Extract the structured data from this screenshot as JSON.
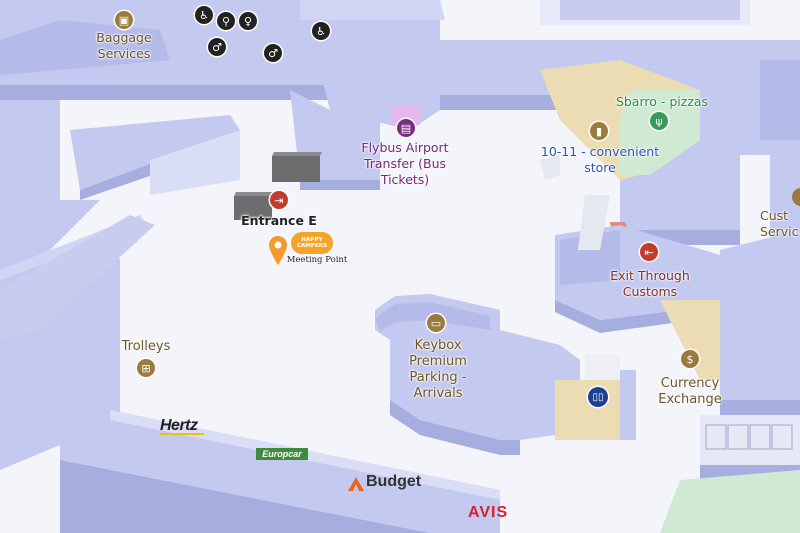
{
  "colors": {
    "floor": "#f4f5fb",
    "building_top": "#c3c9ef",
    "building_side": "#a6aedf",
    "sand_zone": "#ecdcb4",
    "green_zone": "#cfe9d2",
    "gray_block": "#6d6d70",
    "meeting_pin": "#f39a2a",
    "hertz": "#222222",
    "europcar": "#3f8a3b",
    "budget": "#333333",
    "avis": "#d2222d"
  },
  "pois": {
    "baggage": {
      "label": "Baggage\nServices",
      "icon": "luggage-icon"
    },
    "flybus": {
      "label": "Flybus Airport\nTransfer (Bus\nTickets)",
      "icon": "bus-icon"
    },
    "entrance_e": {
      "label": "Entrance E",
      "icon": "entrance-icon"
    },
    "meeting_point": {
      "label": "Meeting Point",
      "icon": "location-pin-icon",
      "badge_text": "HAPPY\nCAMPERS"
    },
    "sbarro": {
      "label": "Sbarro - pizzas",
      "icon": "fork-knife-icon"
    },
    "store_1011": {
      "label": "10-11 - convenient\nstore",
      "icon": "shopping-bag-icon"
    },
    "exit_customs": {
      "label": "Exit Through\nCustoms",
      "icon": "exit-icon"
    },
    "customs_cut": {
      "label": "Cust\nServic"
    },
    "trolleys": {
      "label": "Trolleys",
      "icon": "trolley-icon"
    },
    "keybox": {
      "label": "Keybox\nPremium\nParking -\nArrivals",
      "icon": "car-icon"
    },
    "currency": {
      "label": "Currency\nExchange",
      "icon": "currency-icon"
    }
  },
  "brands": {
    "hertz": "Hertz",
    "europcar": "Europcar",
    "budget": "Budget",
    "avis": "AVIS"
  },
  "facility_icons": [
    {
      "name": "wheelchair-icon"
    },
    {
      "name": "baby-change-icon"
    },
    {
      "name": "male-toilet-icon"
    },
    {
      "name": "female-toilet-icon"
    },
    {
      "name": "accessible-toilet-icon"
    },
    {
      "name": "lift-icon"
    }
  ]
}
